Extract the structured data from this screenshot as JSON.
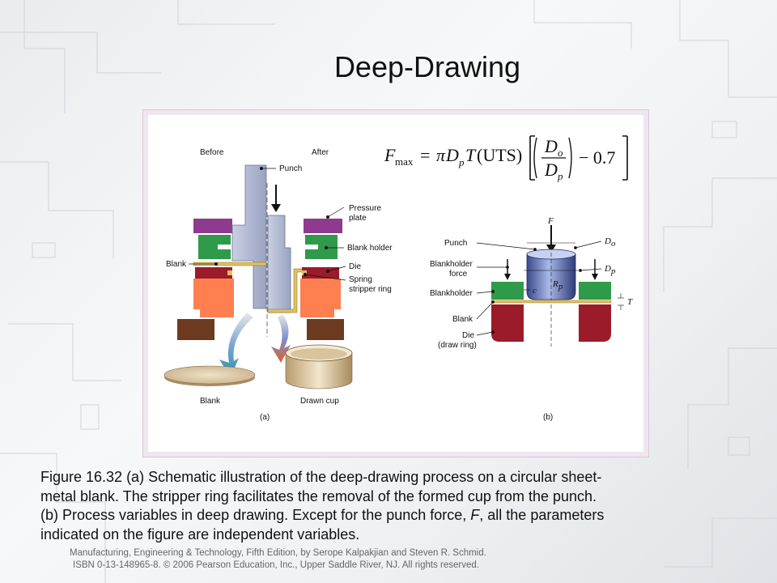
{
  "title": "Deep-Drawing",
  "formula": {
    "lhs": "F",
    "lhs_sub": "max",
    "eq": "=",
    "pi": "π",
    "D": "D",
    "p": "p",
    "T": "T",
    "uts": "(UTS)",
    "num": "D",
    "num_sub": "o",
    "den": "D",
    "den_sub": "p",
    "minus": "− 0.7"
  },
  "figure_a": {
    "before": "Before",
    "after": "After",
    "punch": "Punch",
    "pressure_plate_1": "Pressure",
    "pressure_plate_2": "plate",
    "blank_holder": "Blank holder",
    "blank": "Blank",
    "die": "Die",
    "spring_1": "Spring",
    "spring_2": "stripper ring",
    "blank_bottom": "Blank",
    "drawn_cup": "Drawn cup",
    "tag": "(a)"
  },
  "figure_b": {
    "F": "F",
    "punch": "Punch",
    "blankholder_force_1": "Blankholder",
    "blankholder_force_2": "force",
    "blankholder": "Blankholder",
    "blank": "Blank",
    "die_1": "Die",
    "die_2": "(draw ring)",
    "Do": "D",
    "Do_sub": "o",
    "Dp": "D",
    "Dp_sub": "p",
    "T": "T",
    "c": "c",
    "Rp": "R",
    "Rp_sub": "p",
    "tag": "(b)"
  },
  "caption": {
    "line1": "Figure 16.32  (a)  Schematic illustration of the deep-drawing process on a circular sheet-",
    "line2": "metal blank.  The stripper ring facilitates the removal of the formed cup from the punch.",
    "line3a": "(b)  Process variables in deep drawing.  Except for the punch force, ",
    "line3b": "F",
    "line3c": ", all the parameters",
    "line4": "indicated on the figure are independent variables."
  },
  "credit": {
    "line1": "Manufacturing, Engineering & Technology, Fifth Edition, by Serope Kalpakjian and Steven R. Schmid.",
    "line2": "ISBN 0-13-148965-8.  © 2006 Pearson Education, Inc., Upper Saddle River, NJ.  All rights reserved."
  },
  "colors": {
    "punch": "#a7afcc",
    "pressure_plate": "#8e3a8e",
    "blank_holder": "#2f9a4a",
    "die": "#9b1b2a",
    "base": "#ff7f50",
    "foot": "#6b3a1f",
    "blank": "#d8c4a0"
  }
}
